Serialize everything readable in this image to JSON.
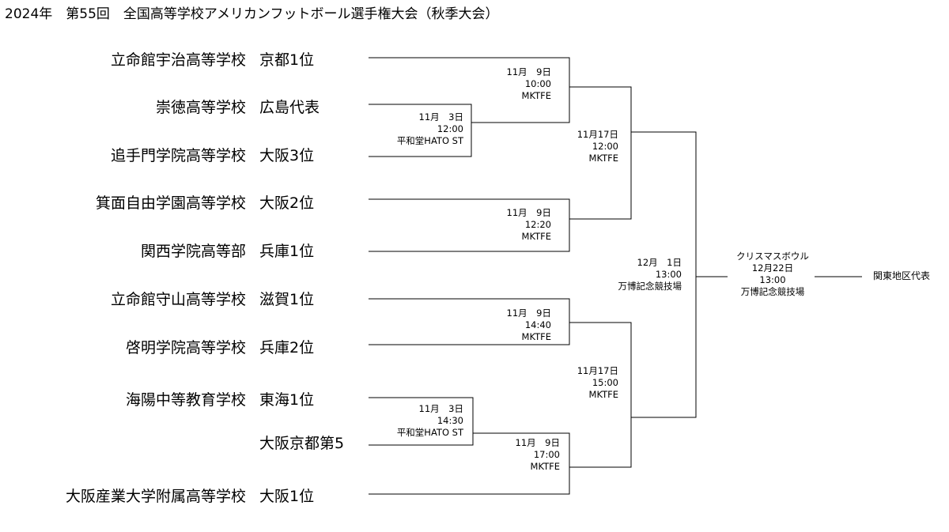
{
  "title": "2024年　第55回　全国高等学校アメリカンフットボール選手権大会（秋季大会）",
  "teams": [
    {
      "school": "立命館宇治高等学校",
      "region": "京都1位"
    },
    {
      "school": "崇徳高等学校",
      "region": "広島代表"
    },
    {
      "school": "追手門学院高等学校",
      "region": "大阪3位"
    },
    {
      "school": "箕面自由学園高等学校",
      "region": "大阪2位"
    },
    {
      "school": "関西学院高等部",
      "region": "兵庫1位"
    },
    {
      "school": "立命館守山高等学校",
      "region": "滋賀1位"
    },
    {
      "school": "啓明学院高等学校",
      "region": "兵庫2位"
    },
    {
      "school": "海陽中等教育学校",
      "region": "東海1位"
    },
    {
      "school": "",
      "region": "大阪京都第5"
    },
    {
      "school": "大阪産業大学附属高等学校",
      "region": "大阪1位"
    }
  ],
  "matches": [
    {
      "id": "m1",
      "date": "11月　3日",
      "time": "12:00",
      "venue": "平和堂HATO ST"
    },
    {
      "id": "m2",
      "date": "11月　3日",
      "time": "14:30",
      "venue": "平和堂HATO ST"
    },
    {
      "id": "m3",
      "date": "11月　9日",
      "time": "10:00",
      "venue": "MKTFE"
    },
    {
      "id": "m4",
      "date": "11月　9日",
      "time": "12:20",
      "venue": "MKTFE"
    },
    {
      "id": "m5",
      "date": "11月　9日",
      "time": "14:40",
      "venue": "MKTFE"
    },
    {
      "id": "m6",
      "date": "11月　9日",
      "time": "17:00",
      "venue": "MKTFE"
    },
    {
      "id": "m7",
      "date": "11月17日",
      "time": "12:00",
      "venue": "MKTFE"
    },
    {
      "id": "m8",
      "date": "11月17日",
      "time": "15:00",
      "venue": "MKTFE"
    },
    {
      "id": "m9",
      "date": "12月　1日",
      "time": "13:00",
      "venue": "万博記念競技場"
    },
    {
      "id": "m10",
      "name": "クリスマスボウル",
      "date": "12月22日",
      "time": "13:00",
      "venue": "万博記念競技場"
    }
  ],
  "opponent": "関東地区代表",
  "colors": {
    "line": "#000000",
    "text": "#000000",
    "background": "#ffffff"
  }
}
